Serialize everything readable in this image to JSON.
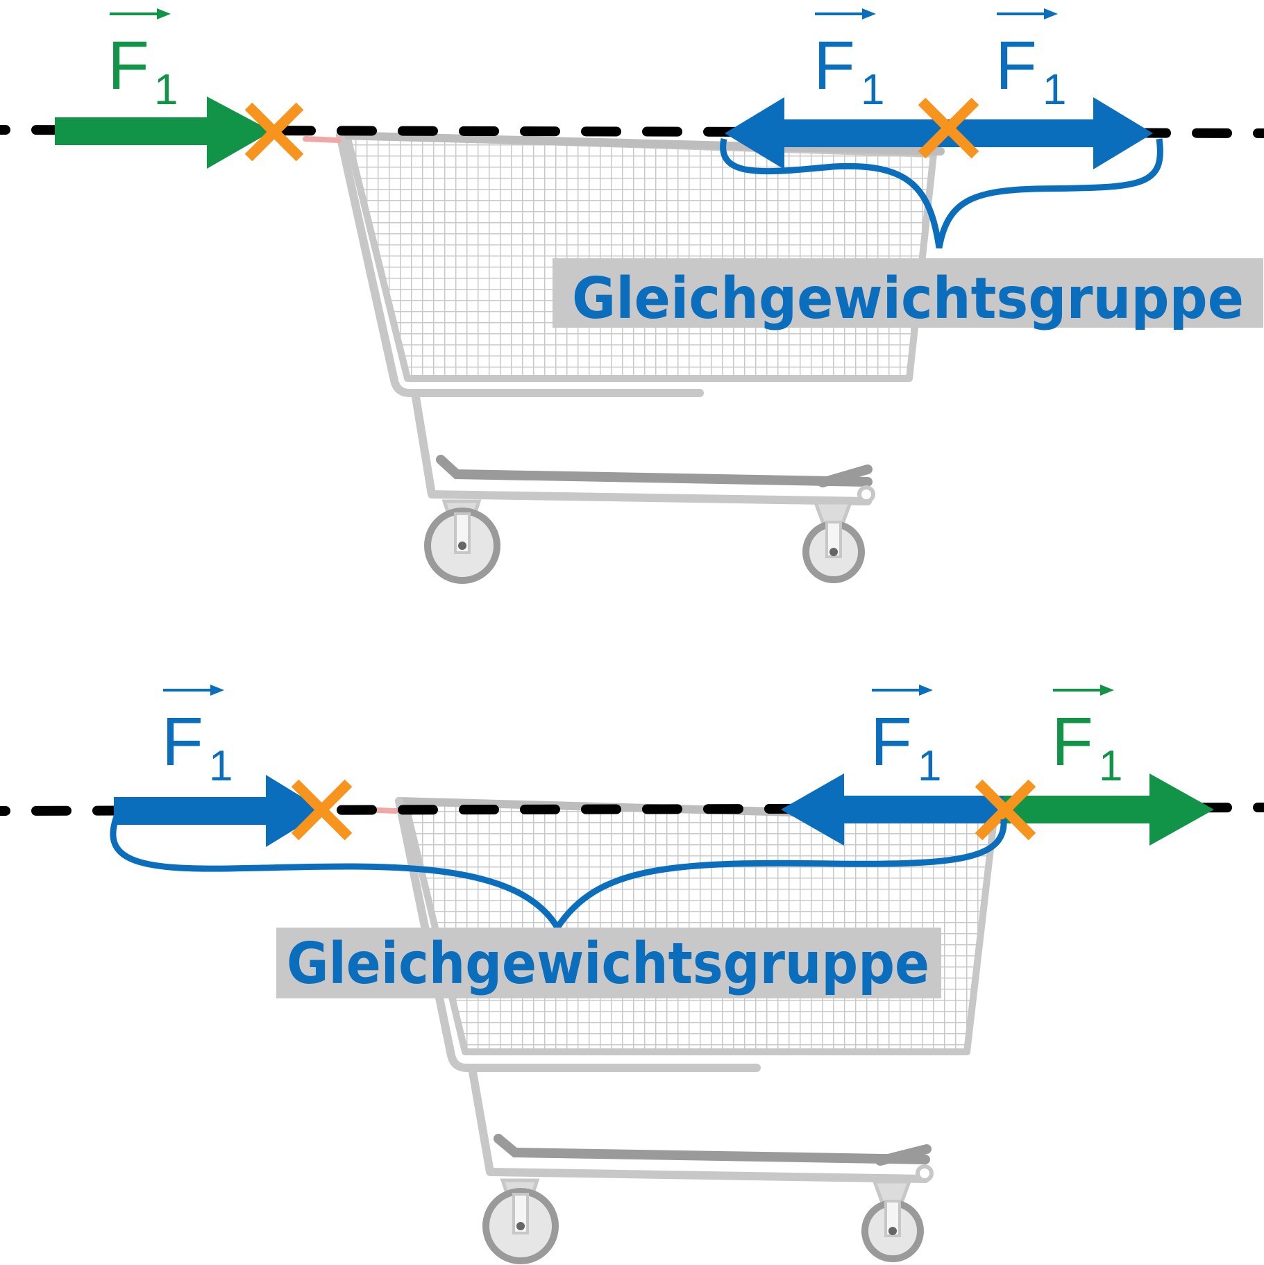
{
  "colors": {
    "green": "#119447",
    "blue": "#0a6ebd",
    "orange": "#f7941d",
    "black": "#000000",
    "cart_gray": "#c7c7c7",
    "cart_dark": "#9a9a9a",
    "label_bg": "#c8c8c8",
    "handle_pink": "#f2a7a7"
  },
  "panels": [
    {
      "forces": [
        {
          "symbol": "F",
          "subscript": "1",
          "color": "green",
          "direction": "right"
        },
        {
          "symbol": "F",
          "subscript": "1",
          "color": "blue",
          "direction": "left"
        },
        {
          "symbol": "F",
          "subscript": "1",
          "color": "blue",
          "direction": "right"
        }
      ],
      "group_label": "Gleichgewichtsgruppe",
      "icons": [
        "shopping-cart-icon",
        "cross-marker-icon",
        "brace-icon"
      ]
    },
    {
      "forces": [
        {
          "symbol": "F",
          "subscript": "1",
          "color": "blue",
          "direction": "right"
        },
        {
          "symbol": "F",
          "subscript": "1",
          "color": "blue",
          "direction": "left"
        },
        {
          "symbol": "F",
          "subscript": "1",
          "color": "green",
          "direction": "right"
        }
      ],
      "group_label": "Gleichgewichtsgruppe",
      "icons": [
        "shopping-cart-icon",
        "cross-marker-icon",
        "brace-icon"
      ]
    }
  ]
}
